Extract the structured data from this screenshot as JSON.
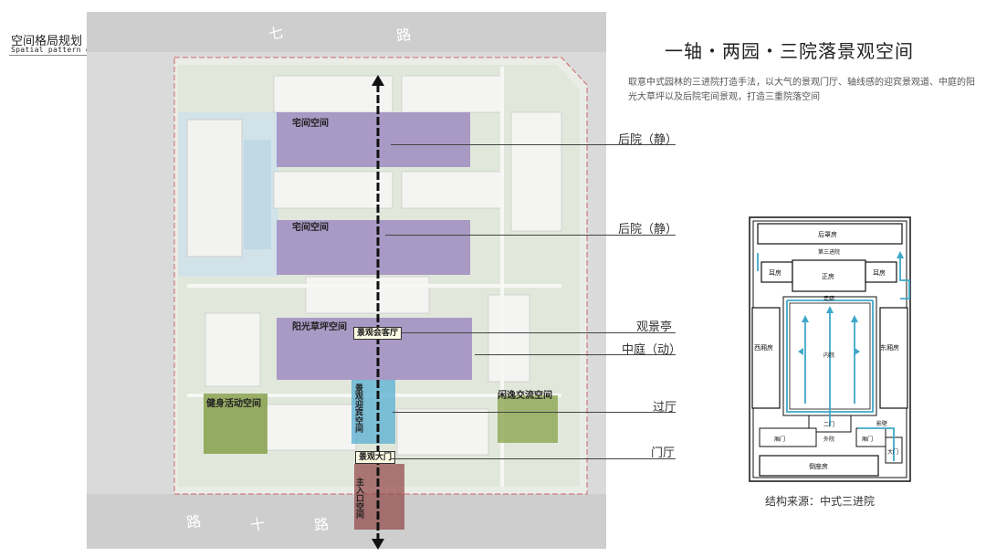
{
  "header": {
    "title_cn": "空间格局规划",
    "title_en": "Spatial pattern of planning"
  },
  "main_title": "一轴・两园・三院落景观空间",
  "description": "取意中式园林的三进院打造手法，以大气的景观门厅、轴线感的迎宾景观道、中庭的阳光大草坪以及后院宅间景观，打造三重院落空间",
  "zones": {
    "house_space_1": "宅间空间",
    "house_space_2": "宅间空间",
    "sunshine_lawn": "阳光草坪空间",
    "fitness": "健身活动空间",
    "leisure": "闲逸交流空间",
    "pavilion_tag": "景观会客厅",
    "entrance_tag": "景观大门",
    "welcome_path": "景观迎宾空间",
    "main_entrance": "主入口空间"
  },
  "callouts": {
    "back_yard_1": "后院（静）",
    "back_yard_2": "后院（静）",
    "pavilion": "观景亭",
    "central_court": "中庭（动）",
    "hall": "过厅",
    "gate_hall": "门厅"
  },
  "courtyard": {
    "rear_rooms": "后罩房",
    "third_court": "第三进院",
    "ear_room_left": "耳房",
    "main_room": "正房",
    "ear_room_right": "耳房",
    "corridor": "走廊",
    "west_wing": "西厢房",
    "inner_court": "内院",
    "east_wing": "东厢房",
    "hanging_flower_gate": "二门",
    "screen_wall": "影壁",
    "side_room": "厢门",
    "outer_court": "外院",
    "gate_room": "厢门",
    "main_gate": "大门",
    "south_rooms": "倒座房",
    "caption": "结构来源：中式三进院"
  },
  "colors": {
    "purple_zone": "#8a70b8",
    "green_zone": "#7e9a3a",
    "blue_zone": "#4aa8d0",
    "red_zone": "#8a3a3a",
    "arrow_cyan": "#3fa8c8"
  },
  "icons": {
    "north": "north-arrow-icon",
    "axis": "axis-double-arrow-icon"
  }
}
